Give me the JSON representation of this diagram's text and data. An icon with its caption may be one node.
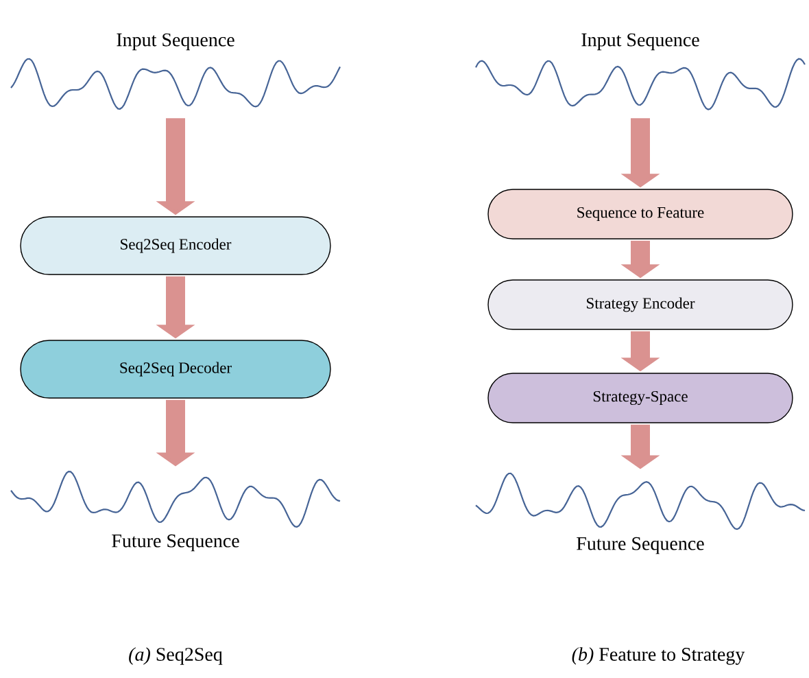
{
  "diagram": {
    "nodes": [
      {
        "text": [
          "Input Sequence"
        ]
      },
      {
        "text": [
          "Seq2Seq Encoder"
        ]
      },
      {
        "text": [
          "Seq2Seq Decoder"
        ]
      },
      {
        "text": [
          "Future Sequence"
        ]
      },
      {
        "text": [
          "Input Sequence"
        ]
      },
      {
        "text": [
          "Sequence to Feature"
        ]
      },
      {
        "text": [
          "Strategy Encoder"
        ]
      },
      {
        "text": [
          "Strategy-Space"
        ]
      },
      {
        "text": [
          "Future Sequence"
        ]
      }
    ],
    "edges": [
      {
        "from": 0,
        "to": 1,
        "arrow": "to"
      },
      {
        "from": 1,
        "to": 2,
        "arrow": "to"
      },
      {
        "from": 2,
        "to": 3,
        "arrow": "to"
      },
      {
        "from": 4,
        "to": 5,
        "arrow": "to"
      },
      {
        "from": 5,
        "to": 6,
        "arrow": "to"
      },
      {
        "from": 6,
        "to": 7,
        "arrow": "to"
      },
      {
        "from": 7,
        "to": 8,
        "arrow": "to"
      }
    ],
    "labels": [
      "*(a)* Seq2Seq",
      "*(b)* Feature to Strategy"
    ]
  }
}
